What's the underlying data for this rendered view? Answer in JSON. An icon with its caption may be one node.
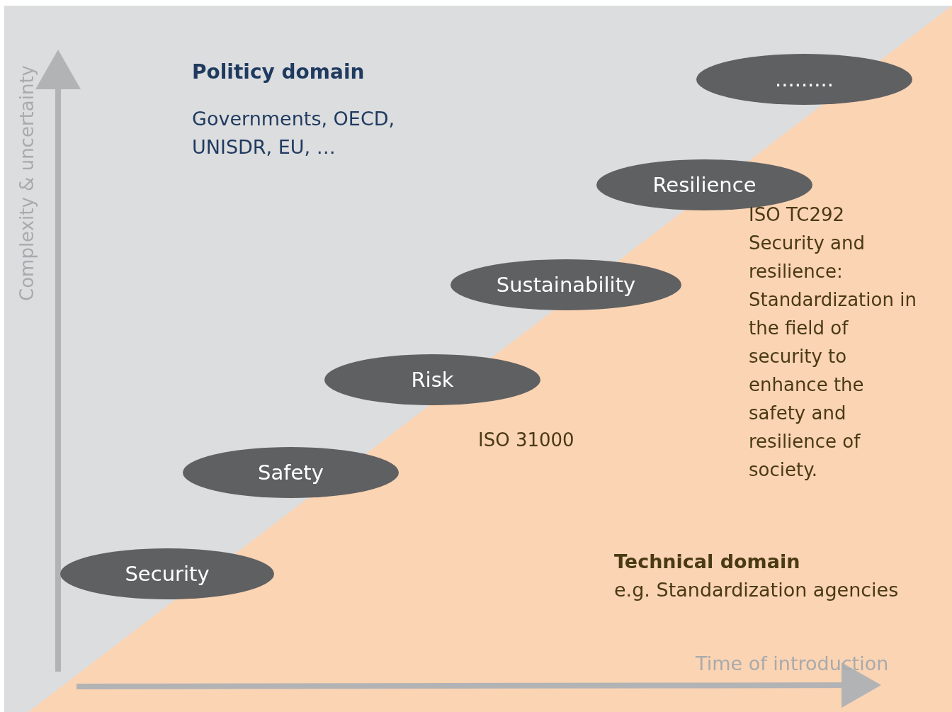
{
  "diagram": {
    "nodes": [
      {
        "text": [
          "Security"
        ]
      },
      {
        "text": [
          "Safety"
        ]
      },
      {
        "text": [
          "Risk"
        ],
        "beside": [
          "ISO 31000"
        ]
      },
      {
        "text": [
          "Sustainability"
        ]
      },
      {
        "text": [
          "Resilience"
        ],
        "beside": [
          "ISO TC292 Security and resilience: Standardization in the field of security to enhance the safety and resilience of society."
        ]
      },
      {
        "text": [
          "........."
        ]
      }
    ],
    "edges": [],
    "labels": [
      "Complexity & uncertainty",
      "Politicy domain",
      "Governments, OECD, UNISDR, EU, …",
      "Technical domain",
      "e.g. Standardization agencies",
      "Time of introduction"
    ]
  }
}
